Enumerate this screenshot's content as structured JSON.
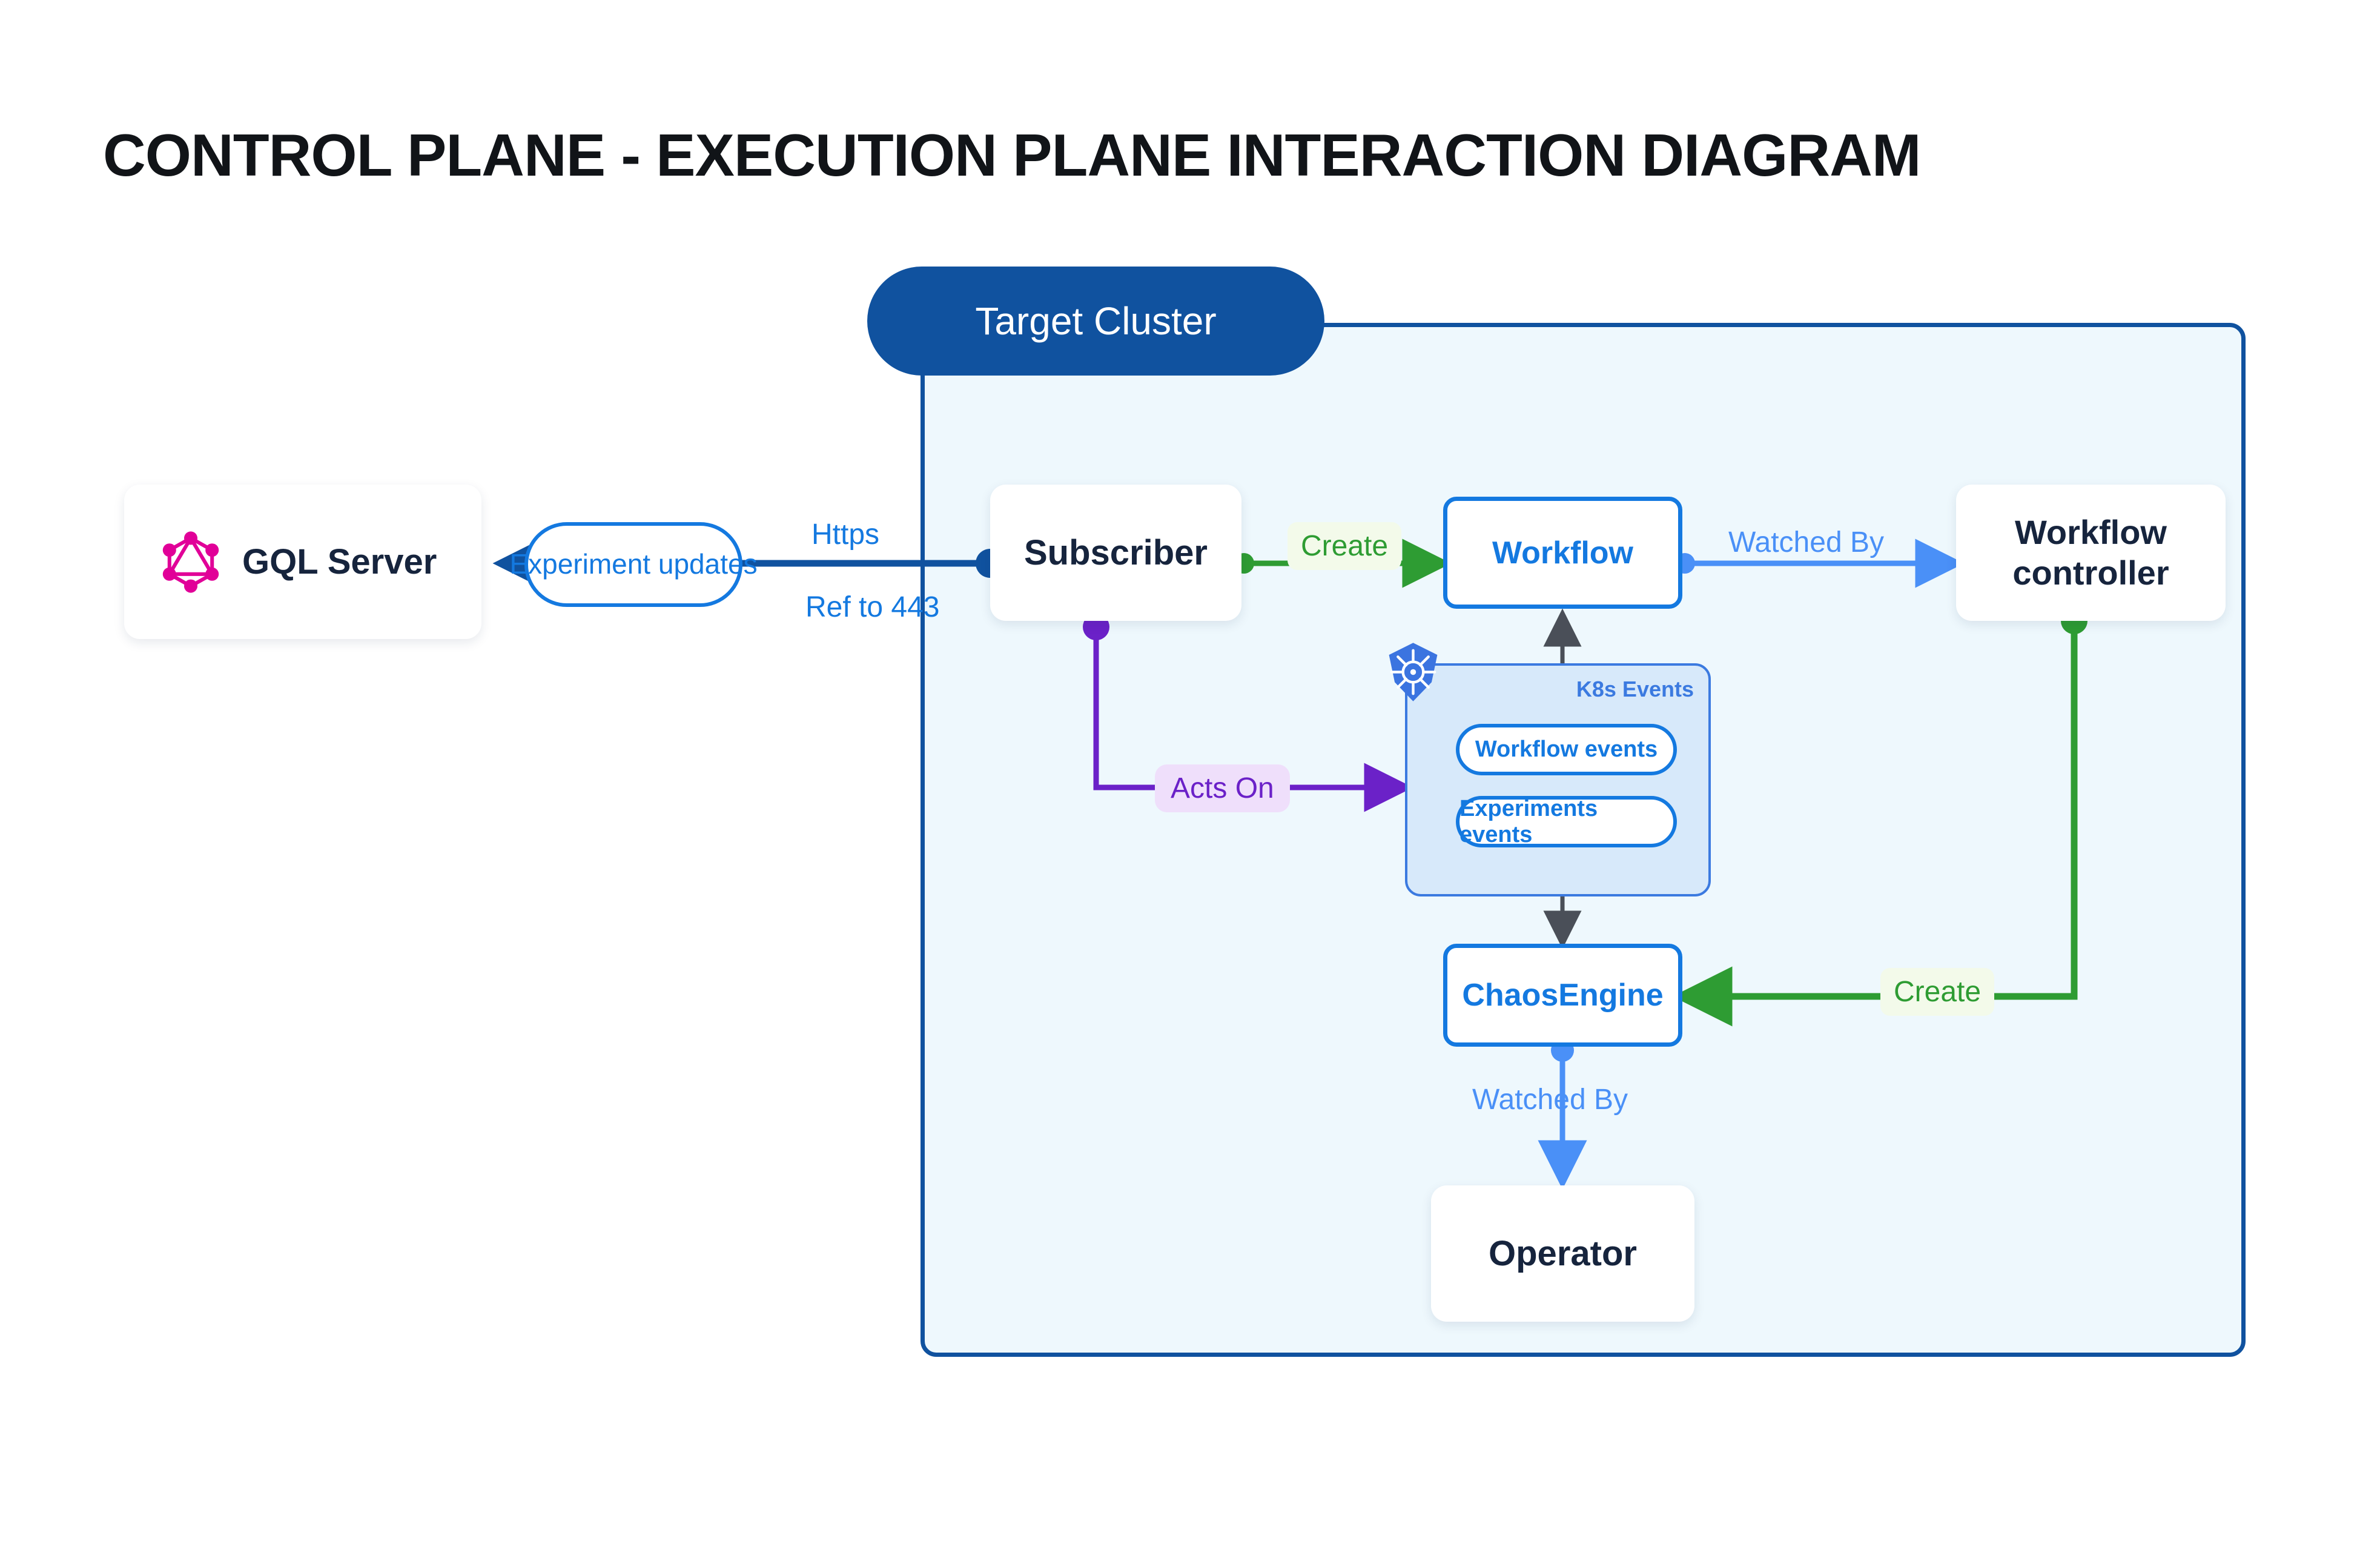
{
  "page": {
    "title": "CONTROL PLANE - EXECUTION PLANE INTERACTION DIAGRAM",
    "background": "#ffffff"
  },
  "colors": {
    "cluster_border": "#10529f",
    "cluster_fill": "#eef8fd",
    "node_text": "#16243d",
    "blue_node": "#1479e0",
    "light_blue": "#4a90f7",
    "green": "#2e9c33",
    "purple": "#6b21c8",
    "graphql_pink": "#e10098",
    "k8s_blue": "#3b7ae0",
    "k8s_group_fill": "#d7e9fa",
    "dark_line": "#4a4f58"
  },
  "cluster": {
    "label": "Target Cluster"
  },
  "nodes": {
    "gql_server": {
      "label": "GQL Server",
      "icon": "graphql-logo-icon"
    },
    "subscriber": {
      "label": "Subscriber"
    },
    "workflow": {
      "label": "Workflow"
    },
    "workflow_controller": {
      "label": "Workflow controller"
    },
    "chaosengine": {
      "label": "ChaosEngine"
    },
    "operator": {
      "label": "Operator"
    }
  },
  "k8s_events": {
    "group_label": "K8s Events",
    "icon": "kubernetes-helm-icon",
    "pills": [
      {
        "label": "Workflow events"
      },
      {
        "label": "Experiments events"
      }
    ]
  },
  "edges": [
    {
      "id": "subscriber-to-gql",
      "label": "Experiment updates",
      "note_top": "Https",
      "note_bottom": "Ref to 443",
      "color": "#10529f"
    },
    {
      "id": "subscriber-to-workflow",
      "label": "Create",
      "color": "#2e9c33"
    },
    {
      "id": "workflow-to-controller",
      "label": "Watched By",
      "color": "#4a90f7"
    },
    {
      "id": "subscriber-to-k8s-events",
      "label": "Acts On",
      "color": "#6b21c8"
    },
    {
      "id": "controller-to-chaosengine",
      "label": "Create",
      "color": "#2e9c33"
    },
    {
      "id": "chaosengine-to-operator",
      "label": "Watched By",
      "color": "#4a90f7"
    },
    {
      "id": "workflow-to-k8s-events",
      "label": "",
      "color": "#4a4f58"
    },
    {
      "id": "k8s-events-to-chaosengine",
      "label": "",
      "color": "#4a4f58"
    }
  ],
  "labels": {
    "https": "Https",
    "ref_to_443": "Ref to 443",
    "experiment_updates": "Experiment updates",
    "create_workflow": "Create",
    "watched_by_controller": "Watched By",
    "acts_on": "Acts On",
    "create_chaosengine": "Create",
    "watched_by_operator": "Watched By"
  }
}
